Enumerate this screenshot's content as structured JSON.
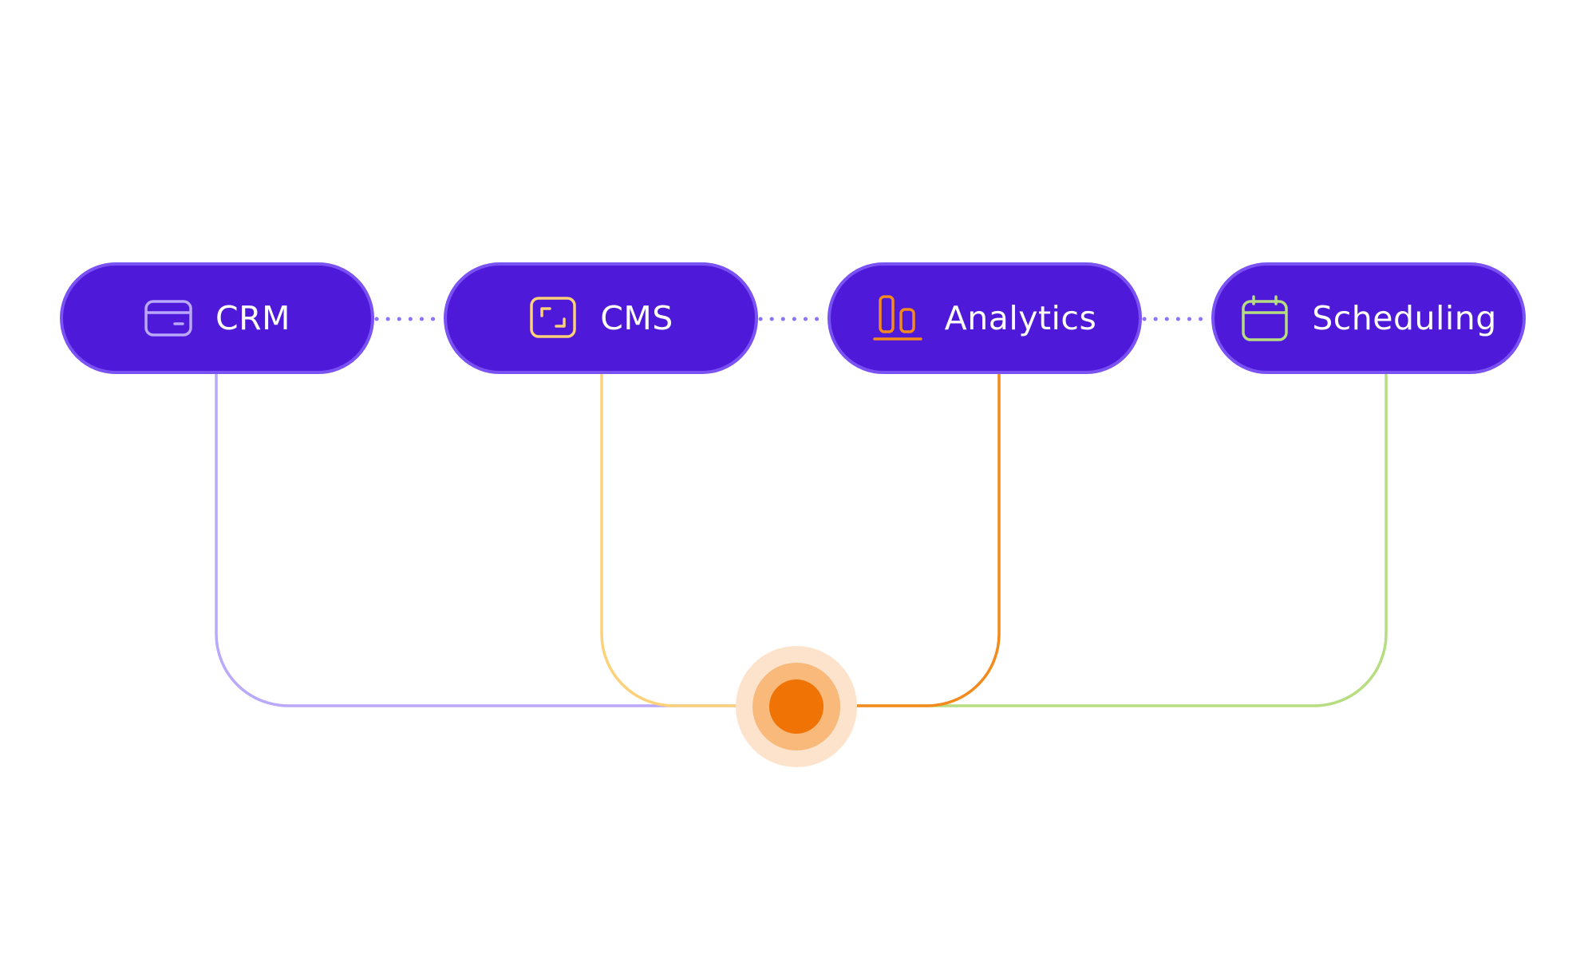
{
  "nodes": [
    {
      "id": "crm",
      "label": "CRM",
      "icon": "credit-card-icon",
      "color": "#b9a8fb"
    },
    {
      "id": "cms",
      "label": "CMS",
      "icon": "frame-icon",
      "color": "#fcd178"
    },
    {
      "id": "analytics",
      "label": "Analytics",
      "icon": "align-bottom-icon",
      "color": "#f28a1e"
    },
    {
      "id": "scheduling",
      "label": "Scheduling",
      "icon": "calendar-icon",
      "color": "#b6dd80"
    }
  ],
  "colors": {
    "pill_fill": "#4f19d9",
    "pill_border": "#7a52f4",
    "dotted_link": "#8f73f5",
    "hub_core": "#f07305",
    "hub_mid": "#f8b97a",
    "hub_halo": "#fde3cc"
  }
}
